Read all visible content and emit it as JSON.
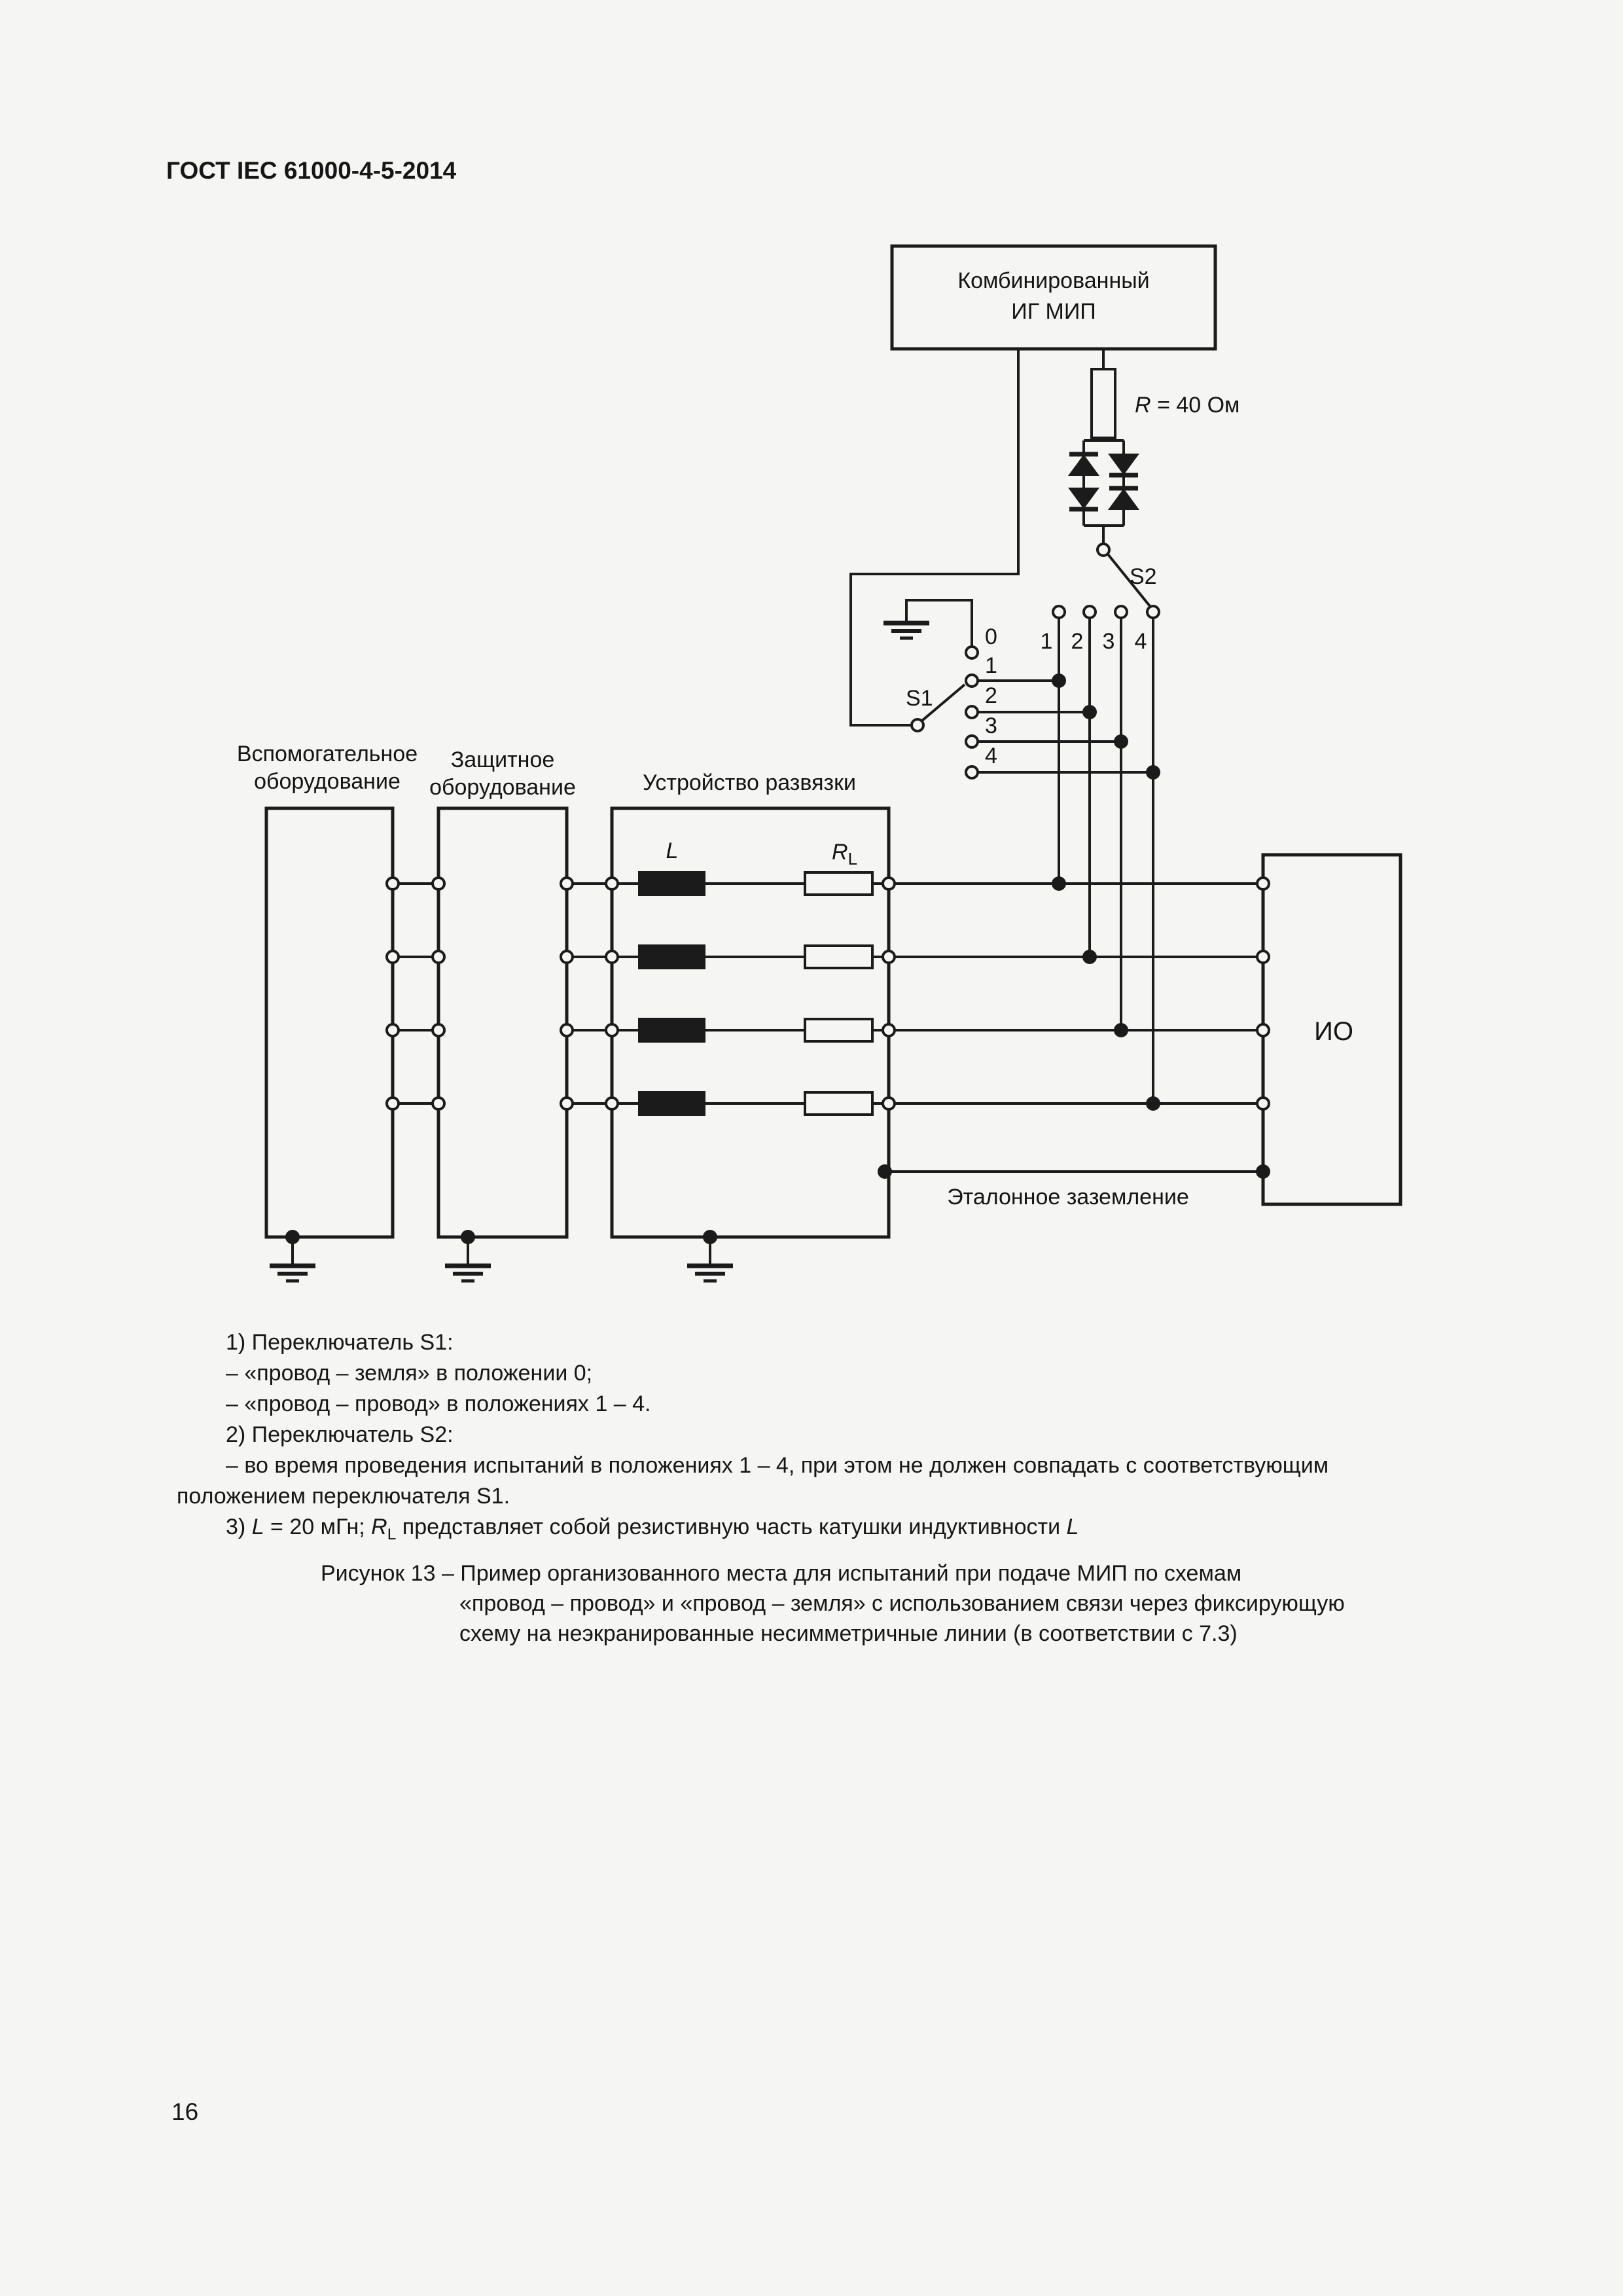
{
  "page": {
    "header": "ГОСТ IEC 61000-4-5-2014",
    "page_number": "16",
    "background": "#f5f5f3",
    "ink": "#1b1b1b"
  },
  "diagram": {
    "generator": {
      "line1": "Комбинированный",
      "line2": "ИГ МИП"
    },
    "resistor_label": {
      "symbol": "R",
      "value": " = 40 Ом"
    },
    "s2_label": "S2",
    "s1_label": "S1",
    "s2_positions": [
      "1",
      "2",
      "3",
      "4"
    ],
    "s1_positions": [
      "0",
      "1",
      "2",
      "3",
      "4"
    ],
    "aux_equipment": {
      "line1": "Вспомогательное",
      "line2": "оборудование"
    },
    "protective_equipment": {
      "line1": "Защитное",
      "line2": "оборудование"
    },
    "decoupling_label": "Устройство развязки",
    "inductor_label": "L",
    "rl_label": {
      "main": "R",
      "sub": "L"
    },
    "eut_label": "ИО",
    "ref_ground_label": "Эталонное заземление"
  },
  "notes": {
    "line1": "1) Переключатель S1:",
    "line2": "– «провод – земля» в положении 0;",
    "line3": "– «провод – провод» в положениях 1 – 4.",
    "line4": "2) Переключатель S2:",
    "line5": "– во время проведения испытаний в положениях 1 – 4, при этом не должен совпадать с соответствующим",
    "line6": "положением переключателя S1.",
    "line7_parts": [
      {
        "t": "3) "
      },
      {
        "t": "L",
        "i": true
      },
      {
        "t": " = 20 мГн; "
      },
      {
        "t": "R",
        "i": true
      },
      {
        "t": "L",
        "sub": true
      },
      {
        "t": " представляет собой резистивную часть катушки индуктивности "
      },
      {
        "t": "L",
        "i": true
      }
    ]
  },
  "caption": {
    "line1": "Рисунок 13 – Пример организованного места для испытаний при подаче МИП по схемам",
    "line2": "«провод – провод» и «провод – земля» с использованием связи через фиксирующую",
    "line3": "схему на неэкранированные несимметричные линии (в соответствии с 7.3)"
  }
}
